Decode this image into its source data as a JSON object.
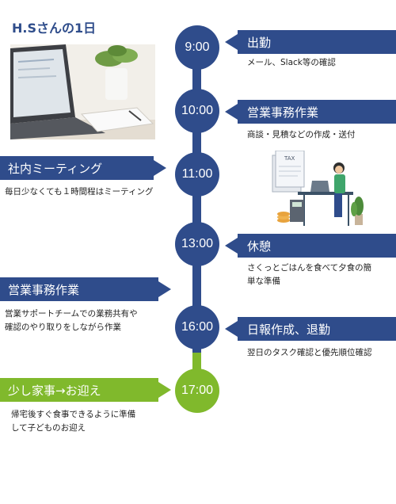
{
  "title": "H.Sさんの1日",
  "schedule": [
    {
      "time": "9:00",
      "heading": "出勤",
      "desc": "メール、Slack等の確認"
    },
    {
      "time": "10:00",
      "heading": "営業事務作業",
      "desc": "商談・見積などの作成・送付"
    },
    {
      "time": "11:00",
      "heading": "社内ミーティング",
      "desc": "毎日少なくても１時間程はミーティング"
    },
    {
      "time": "13:00",
      "heading": "休憩",
      "desc_line1": "さくっとごはんを食べて夕食の簡",
      "desc_line2": "単な準備"
    },
    {
      "time": "",
      "heading": "営業事務作業",
      "desc_line1": "営業サポートチームでの業務共有や",
      "desc_line2": "確認のやり取りをしながら作業"
    },
    {
      "time": "16:00",
      "heading": "日報作成、退勤",
      "desc": "翌日のタスク確認と優先順位確認"
    },
    {
      "time": "17:00",
      "heading": "少し家事→お迎え",
      "desc_line1": "帰宅後すぐ食事できるように準備",
      "desc_line2": "して子どものお迎え"
    }
  ],
  "illustration_text": "TAX",
  "colors": {
    "blue": "#2f4c8b",
    "green": "#80b92c"
  }
}
